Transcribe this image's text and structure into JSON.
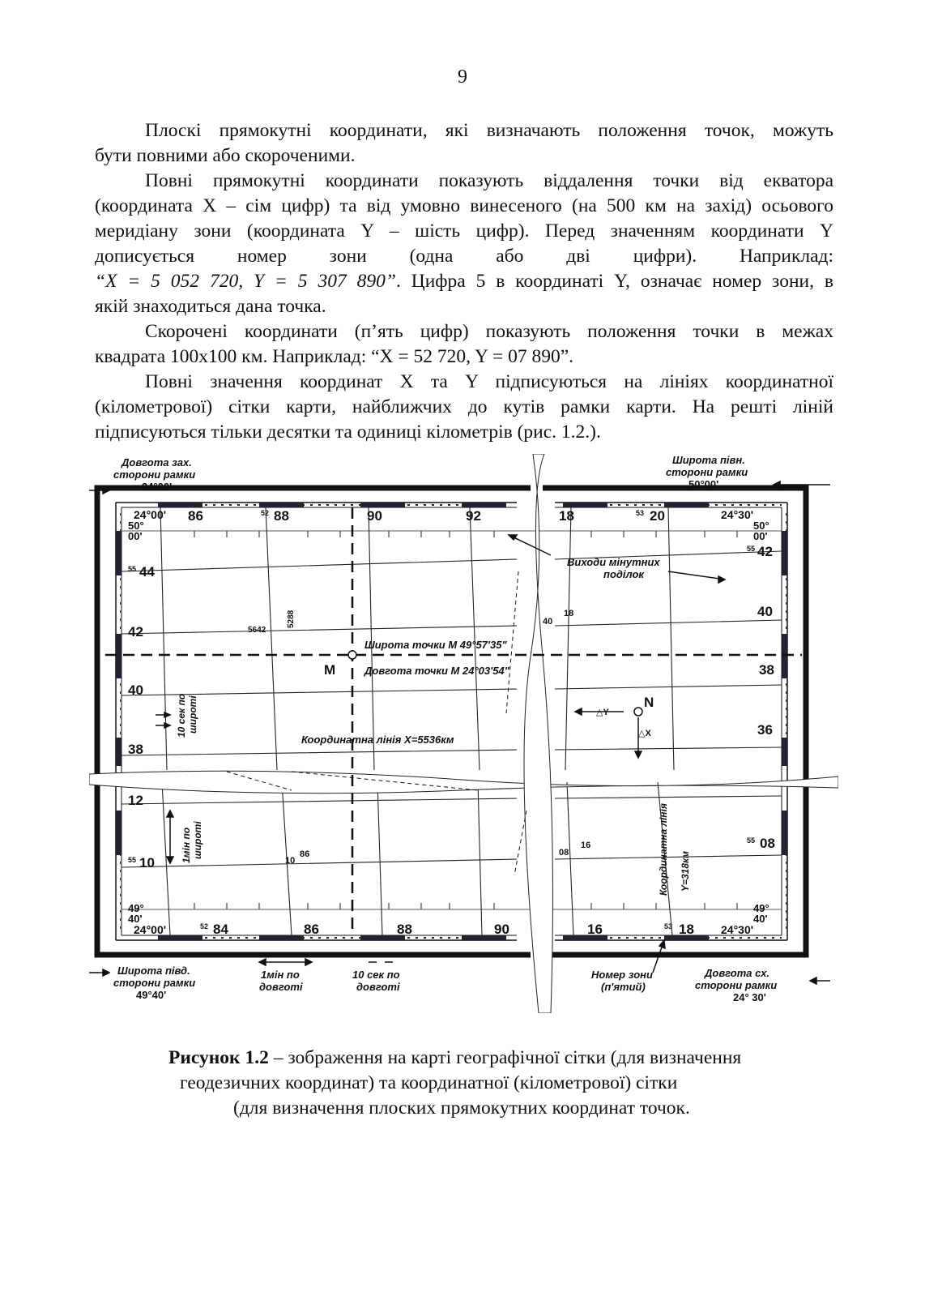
{
  "page_number": "9",
  "paragraphs": {
    "p1_line1": "Плоскі прямокутні координати, які визначають положення точок, можуть",
    "p1_line2": "бути повними або скороченими.",
    "p2_line1": "Повні прямокутні координати показують віддалення точки від екватора",
    "p2_line2": "(координата X – сім цифр) та від умовно винесеного (на 500 км на захід) осьового",
    "p2_line3": "меридіану зони (координата Y – шість цифр). Перед значенням координати Y",
    "p2_line4": "дописується номер зони (одна або дві цифри). Наприклад:",
    "p2_example": "“X = 5 052 720, Y = 5 307 890”",
    "p2_line5_rest": ". Цифра 5 в координаті Y, означає номер зони, в",
    "p2_line6": "якій знаходиться дана точка.",
    "p3_line1": "Скорочені координати (п’ять цифр) показують положення точки в межах",
    "p3_line2": "квадрата 100x100 км. Наприклад: “X = 52 720, Y = 07 890”.",
    "p4_line1": "Повні значення координат X та Y підписуються на лініях координатної",
    "p4_line2": "(кілометрової) сітки карти, найближчих до кутів рамки карти. На решті ліній",
    "p4_line3": "підписуються тільки десятки та одиниці кілометрів (рис. 1.2.)."
  },
  "figure": {
    "corner_labels": {
      "top_left_lon": "Довгота зах.",
      "top_left_lon2": "сторони рамки",
      "top_left_lon_val": "24°00'",
      "top_right_lat": "Широта півн.",
      "top_right_lat2": "сторони рамки",
      "top_right_lat_val": "50°00'",
      "bottom_left_lat": "Широта півд.",
      "bottom_left_lat2": "сторони рамки",
      "bottom_left_lat_val": "49°40'",
      "bottom_right_lon": "Довгота сх.",
      "bottom_right_lon2": "сторони рамки",
      "bottom_right_lon_val": "24° 30'"
    },
    "frame_corners": {
      "tl_lon": "24°00'",
      "tl_lat1": "50°",
      "tl_lat2": "00'",
      "tr_lon": "24°30'",
      "tr_lat1": "50°",
      "tr_lat2": "00'",
      "bl_lat1": "49°",
      "bl_lat2": "40'",
      "bl_lon": "24°00'",
      "br_lat1": "49°",
      "br_lat2": "40'",
      "br_lon": "24°30'"
    },
    "top_x_labels": [
      "86",
      "88",
      "90",
      "92",
      "18",
      "20"
    ],
    "top_zone_small": [
      "52",
      "53"
    ],
    "bottom_x_labels": [
      "84",
      "86",
      "88",
      "90",
      "16",
      "18"
    ],
    "bottom_zone_small": [
      "52",
      "53"
    ],
    "left_y_labels": [
      "44",
      "42",
      "40",
      "38",
      "12",
      "10"
    ],
    "left_small": [
      "55",
      "55"
    ],
    "right_y_labels": [
      "42",
      "40",
      "38",
      "36",
      "08"
    ],
    "right_small": [
      "55",
      "55"
    ],
    "inner_labels": {
      "minute_exits": "Виходи мінутних",
      "minute_exits2": "поділок",
      "lat_M": "Широта точки М 49°57'35\"",
      "lon_M": "Довгота точки М 24°03'54\"",
      "M": "М",
      "N": "N",
      "dY": "△Y",
      "dX": "△X",
      "coord_line_x": "Координатна лінія X=5536км",
      "coord_line_y": "Координатна лінія",
      "y_val": "Y=318км",
      "n5642": "5642",
      "n5288": "5288",
      "n40": "40",
      "n18": "18",
      "n10": "10",
      "n86": "86",
      "n08": "08",
      "n16": "16",
      "sec_lat1": "10 сек по",
      "sec_lat2": "широті",
      "min_lat1": "1мін по",
      "min_lat2": "широті"
    },
    "bottom_labels": {
      "min_lon1": "1мін по",
      "min_lon2": "довготі",
      "sec_lon1": "10 сек по",
      "sec_lon2": "довготі",
      "zone1": "Номер зони",
      "zone2": "(п'ятий)"
    }
  },
  "caption": {
    "bold": "Рисунок 1.2",
    "line1_rest": " – зображення на карті географічної сітки (для визначення",
    "line2": "геодезичних координат) та координатної (кілометрової) сітки",
    "line3": "(для визначення плоских прямокутних координат точок."
  }
}
